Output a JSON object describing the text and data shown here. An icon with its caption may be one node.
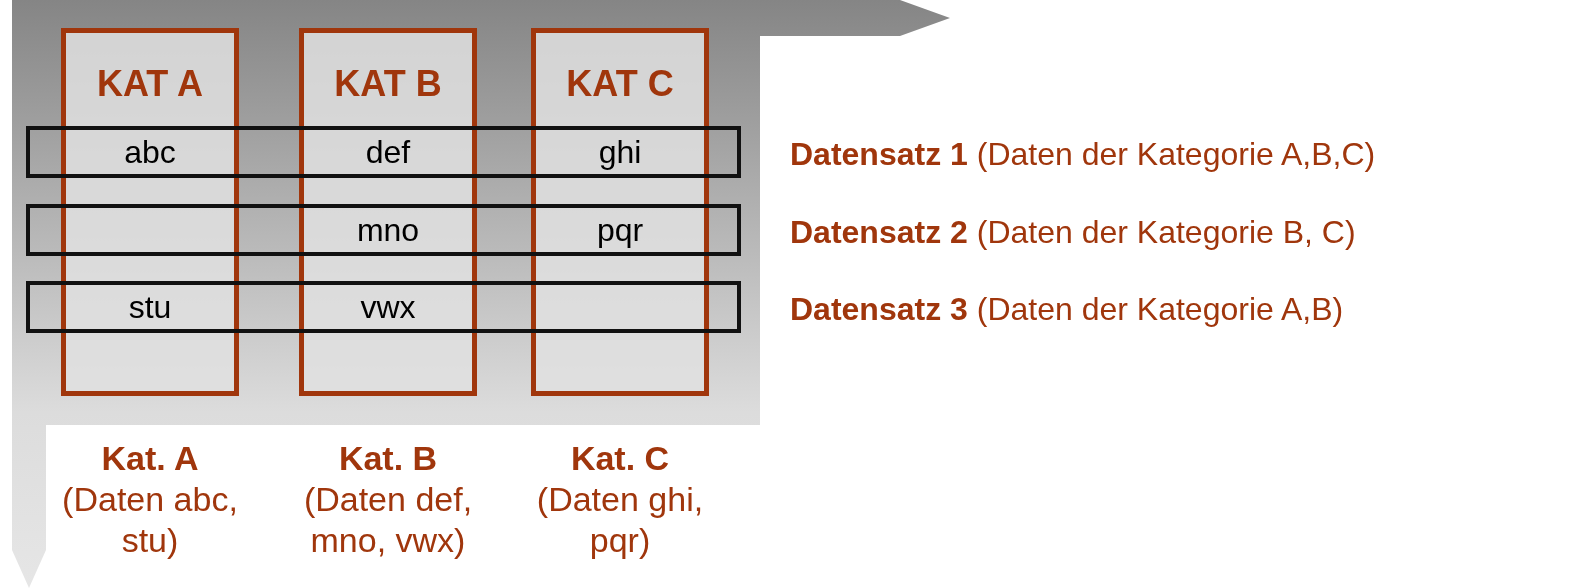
{
  "diagram": {
    "nodes": [
      {
        "text": [
          "KAT A"
        ]
      },
      {
        "text": [
          "KAT B"
        ]
      },
      {
        "text": [
          "KAT C"
        ]
      },
      {
        "text": [],
        "shape": "box",
        "beside": [
          "**Datensatz 1** (Daten der Kategorie A,B,C)"
        ]
      },
      {
        "text": [],
        "shape": "box",
        "beside": [
          "**Datensatz 2** (Daten der Kategorie B, C)"
        ]
      },
      {
        "text": [],
        "shape": "box",
        "beside": [
          "**Datensatz 3** (Daten der Kategorie A,B)"
        ]
      }
    ],
    "edges": [],
    "labels": [
      "abc",
      "def",
      "ghi",
      "mno",
      "pqr",
      "stu",
      "vwx",
      "**Kat. A** (Daten abc, stu)",
      "**Kat. B** (Daten def, mno, vwx)",
      "**Kat. C** (Daten ghi, pqr)"
    ]
  }
}
